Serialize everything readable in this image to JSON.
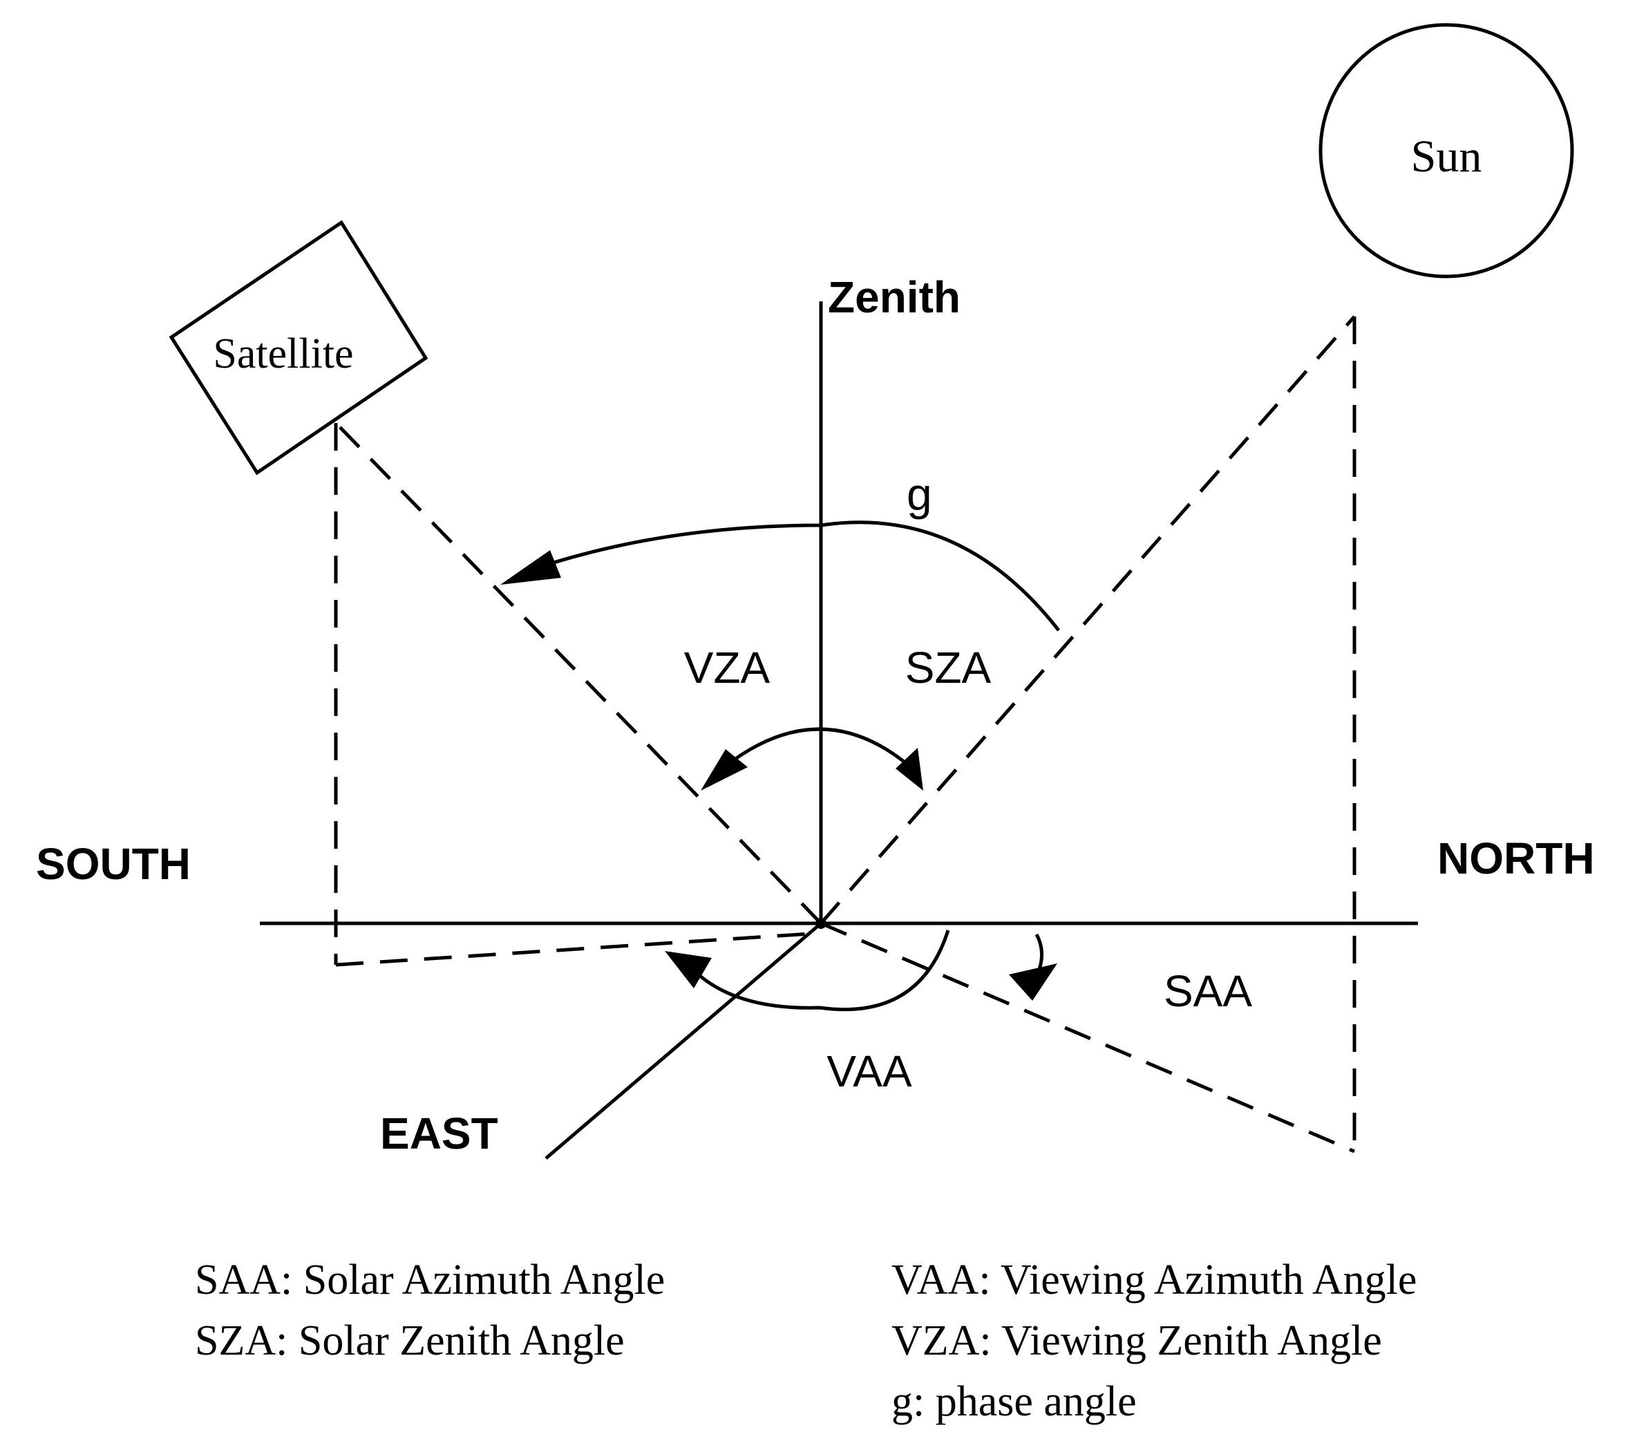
{
  "labels": {
    "zenith": "Zenith",
    "south": "SOUTH",
    "north": "NORTH",
    "east": "EAST",
    "satellite": "Satellite",
    "sun": "Sun",
    "g": "g",
    "vza": "VZA",
    "sza": "SZA",
    "vaa": "VAA",
    "saa": "SAA"
  },
  "legend": {
    "left": [
      "SAA: Solar Azimuth Angle",
      "SZA: Solar Zenith Angle"
    ],
    "right": [
      "VAA: Viewing Azimuth Angle",
      "VZA: Viewing Zenith Angle",
      "g: phase angle"
    ]
  }
}
